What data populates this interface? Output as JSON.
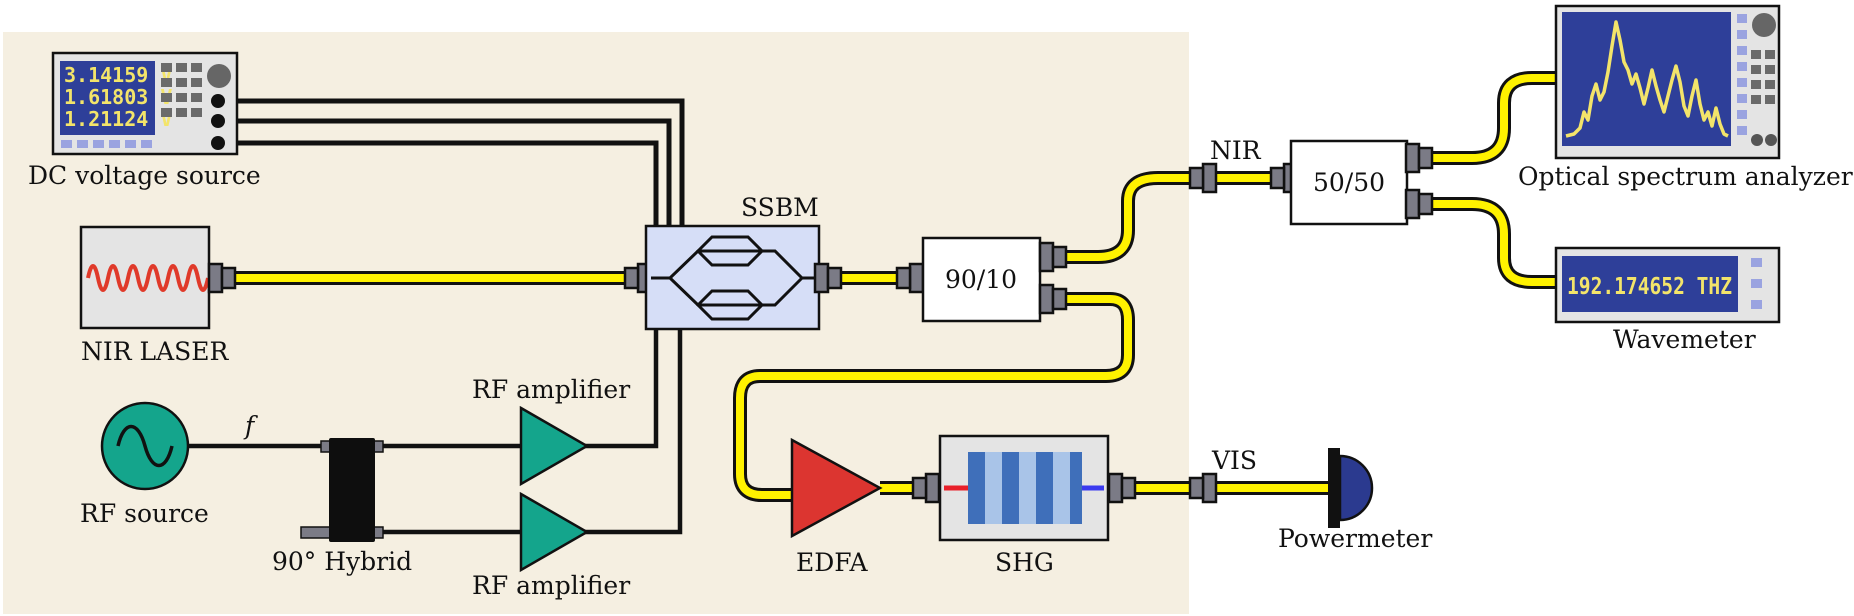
{
  "labels": {
    "dc_source": "DC voltage source",
    "laser": "NIR LASER",
    "rf_source": "RF source",
    "hybrid": "90° Hybrid",
    "rf_amp_top": "RF amplifier",
    "rf_amp_bottom": "RF amplifier",
    "ssbm": "SSBM",
    "coupler_90_10": "90/10",
    "coupler_50_50": "50/50",
    "nir": "NIR",
    "vis": "VIS",
    "osa": "Optical spectrum analyzer",
    "wavemeter": "Wavemeter",
    "edfa": "EDFA",
    "shg": "SHG",
    "powermeter": "Powermeter",
    "frequency_symbol": "f"
  },
  "dc_display": {
    "line1": "3.14159 V",
    "line2": "1.61803 V",
    "line3": "1.21124 V"
  },
  "wavemeter_display": "192.174652 THZ",
  "colors": {
    "lab_background": "#f5efe1",
    "fiber_yellow": "#fff200",
    "laser_wave": "#e03a2a",
    "rf_green": "#14a58c",
    "edfa_red": "#dc3530",
    "display_blue": "#2e3f99",
    "ssbm_fill": "#d6def7",
    "powermeter_blue": "#2b3a8f"
  }
}
